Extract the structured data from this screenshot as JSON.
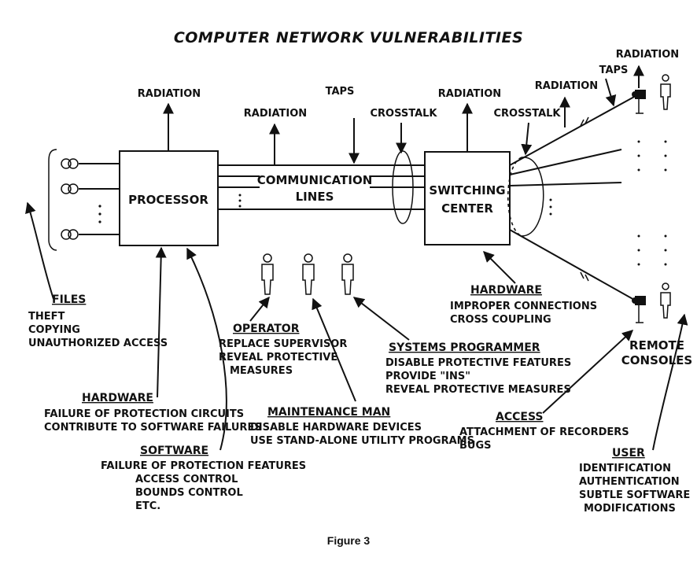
{
  "title": "COMPUTER NETWORK VULNERABILITIES",
  "caption": "Figure 3",
  "nodes": {
    "processor": "PROCESSOR",
    "communication_lines": [
      "COMMUNICATION",
      "LINES"
    ],
    "switching_center": [
      "SWITCHING",
      "CENTER"
    ],
    "remote_consoles": [
      "REMOTE",
      "CONSOLES"
    ]
  },
  "threats": {
    "radiation": "RADIATION",
    "taps": "TAPS",
    "crosstalk": "CROSSTALK"
  },
  "groups": {
    "files": {
      "heading": "FILES",
      "items": [
        "THEFT",
        "COPYING",
        "UNAUTHORIZED ACCESS"
      ]
    },
    "hardware_processor": {
      "heading": "HARDWARE",
      "items": [
        "FAILURE OF PROTECTION CIRCUITS",
        "CONTRIBUTE TO SOFTWARE FAILURES"
      ]
    },
    "software": {
      "heading": "SOFTWARE",
      "items": [
        "FAILURE OF PROTECTION FEATURES",
        "ACCESS CONTROL",
        "BOUNDS CONTROL",
        "ETC."
      ]
    },
    "operator": {
      "heading": "OPERATOR",
      "items": [
        "REPLACE SUPERVISOR",
        "REVEAL PROTECTIVE",
        "MEASURES"
      ]
    },
    "maintenance_man": {
      "heading": "MAINTENANCE MAN",
      "items": [
        "DISABLE HARDWARE DEVICES",
        "USE STAND-ALONE UTILITY PROGRAMS"
      ]
    },
    "systems_programmer": {
      "heading": "SYSTEMS PROGRAMMER",
      "items": [
        "DISABLE PROTECTIVE FEATURES",
        "PROVIDE \"INS\"",
        "REVEAL PROTECTIVE MEASURES"
      ]
    },
    "hardware_switching": {
      "heading": "HARDWARE",
      "items": [
        "IMPROPER CONNECTIONS",
        "CROSS COUPLING"
      ]
    },
    "access": {
      "heading": "ACCESS",
      "items": [
        "ATTACHMENT OF RECORDERS",
        "BUGS"
      ]
    },
    "user": {
      "heading": "USER",
      "items": [
        "IDENTIFICATION",
        "AUTHENTICATION",
        "SUBTLE SOFTWARE",
        "MODIFICATIONS"
      ]
    }
  }
}
